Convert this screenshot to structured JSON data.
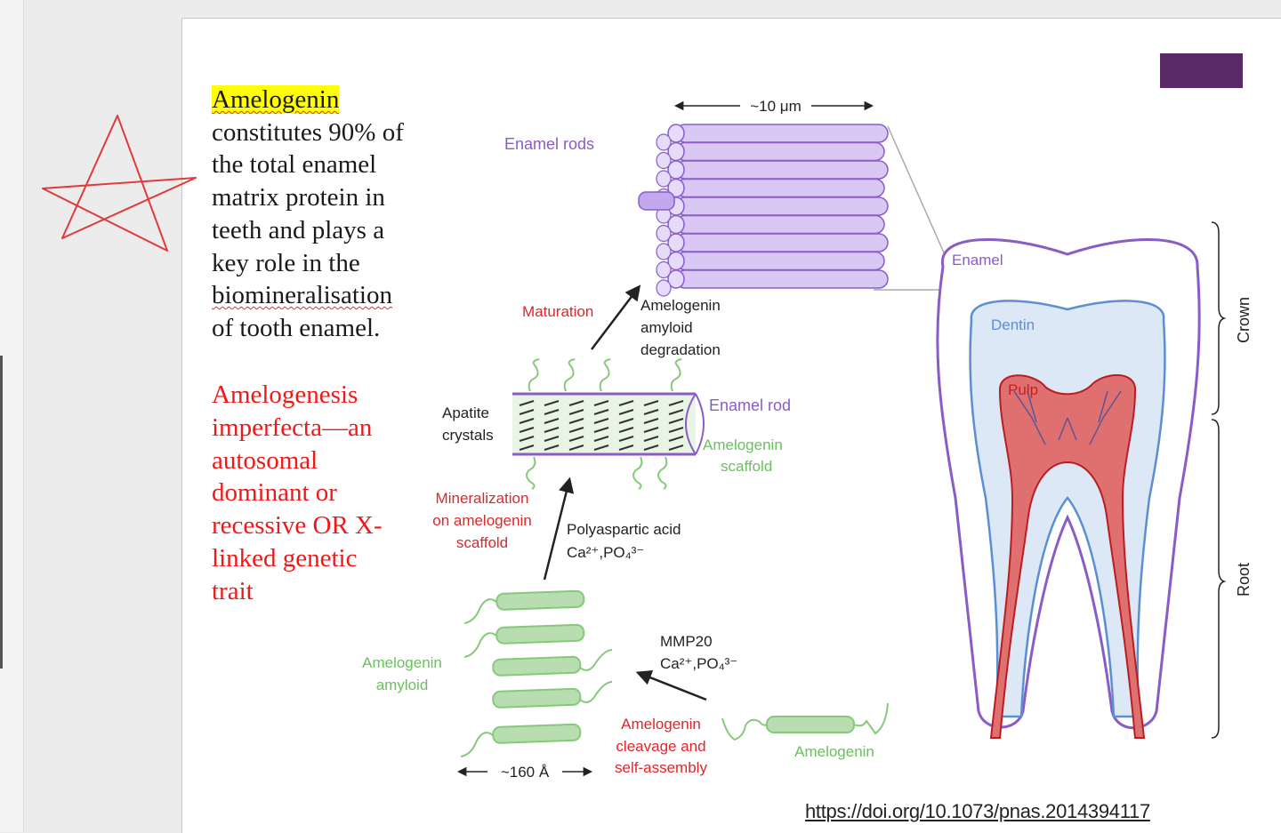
{
  "text": {
    "highlight": "Amelogenin",
    "line1": "constitutes 90% of",
    "line2": "the total enamel",
    "line3": "matrix protein in",
    "line4": "teeth and plays a",
    "line5": "key role in the",
    "line6": "biomineralisation",
    "line7": "of tooth enamel."
  },
  "red_text": [
    "Amelogenesis",
    "imperfecta—an",
    "autosomal",
    "dominant or",
    "recessive OR X-",
    "linked genetic",
    "trait"
  ],
  "link": "https://doi.org/10.1073/pnas.2014394117",
  "labels": {
    "width_10um": "~10 μm",
    "enamel_rods": "Enamel rods",
    "maturation": "Maturation",
    "degradation_1": "Amelogenin",
    "degradation_2": "amyloid",
    "degradation_3": "degradation",
    "apatite_1": "Apatite",
    "apatite_2": "crystals",
    "enamel_rod": "Enamel rod",
    "scaffold_1": "Amelogenin",
    "scaffold_2": "scaffold",
    "mineral_1": "Mineralization",
    "mineral_2": "on amelogenin",
    "mineral_3": "scaffold",
    "polyasp_1": "Polyaspartic acid",
    "polyasp_2": "Ca²⁺,PO₄³⁻",
    "mmp_1": "MMP20",
    "mmp_2": "Ca²⁺,PO₄³⁻",
    "amyloid_1": "Amelogenin",
    "amyloid_2": "amyloid",
    "cleavage_1": "Amelogenin",
    "cleavage_2": "cleavage and",
    "cleavage_3": "self-assembly",
    "amelogenin": "Amelogenin",
    "width_160": "~160 Å",
    "enamel": "Enamel",
    "dentin": "Dentin",
    "pulp": "Pulp",
    "crown": "Crown",
    "root": "Root"
  },
  "colors": {
    "purple": "#8a5cc8",
    "green": "#6cbf60",
    "red": "#e0262a",
    "black": "#222222"
  }
}
